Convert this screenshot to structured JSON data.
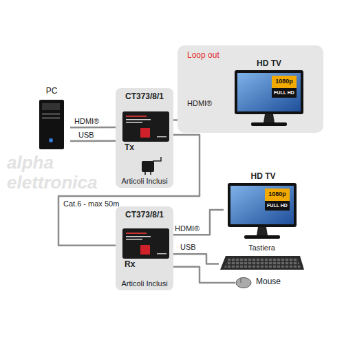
{
  "diagram": {
    "nodes": [
      {
        "text": [
          "PC"
        ]
      },
      {
        "text": [
          "CT373/8/1",
          "Articoli Inclusi"
        ]
      },
      {
        "text": [
          "Tx"
        ],
        "in": 1
      },
      {
        "text": [
          "Loop out"
        ]
      },
      {
        "text": [
          "HD TV",
          "1080p",
          "FULL HD"
        ],
        "in": 3
      },
      {
        "text": [
          "CT373/8/1",
          "Articoli Inclusi"
        ]
      },
      {
        "text": [
          "Rx"
        ],
        "in": 5
      },
      {
        "text": [
          "HD TV",
          "1080p",
          "FULL HD"
        ]
      },
      {
        "text": [
          "Tastiera"
        ]
      },
      {
        "text": [
          "Mouse"
        ]
      }
    ],
    "edges": [
      {
        "from": 0,
        "to": 2,
        "label": "HDMI®",
        "arrow": "none"
      },
      {
        "from": 0,
        "to": 2,
        "label": "USB",
        "arrow": "none"
      },
      {
        "from": 2,
        "to": 4,
        "label": "HDMI®",
        "arrow": "none"
      },
      {
        "from": 2,
        "to": 6,
        "label": "Cat.6 - max 50m",
        "arrow": "none"
      },
      {
        "from": 6,
        "to": 7,
        "label": "HDMI®",
        "arrow": "none"
      },
      {
        "from": 6,
        "to": 8,
        "label": "USB",
        "arrow": "none"
      },
      {
        "from": 6,
        "to": 9,
        "arrow": "none"
      }
    ],
    "labels": [
      "alpha elettronica"
    ]
  }
}
